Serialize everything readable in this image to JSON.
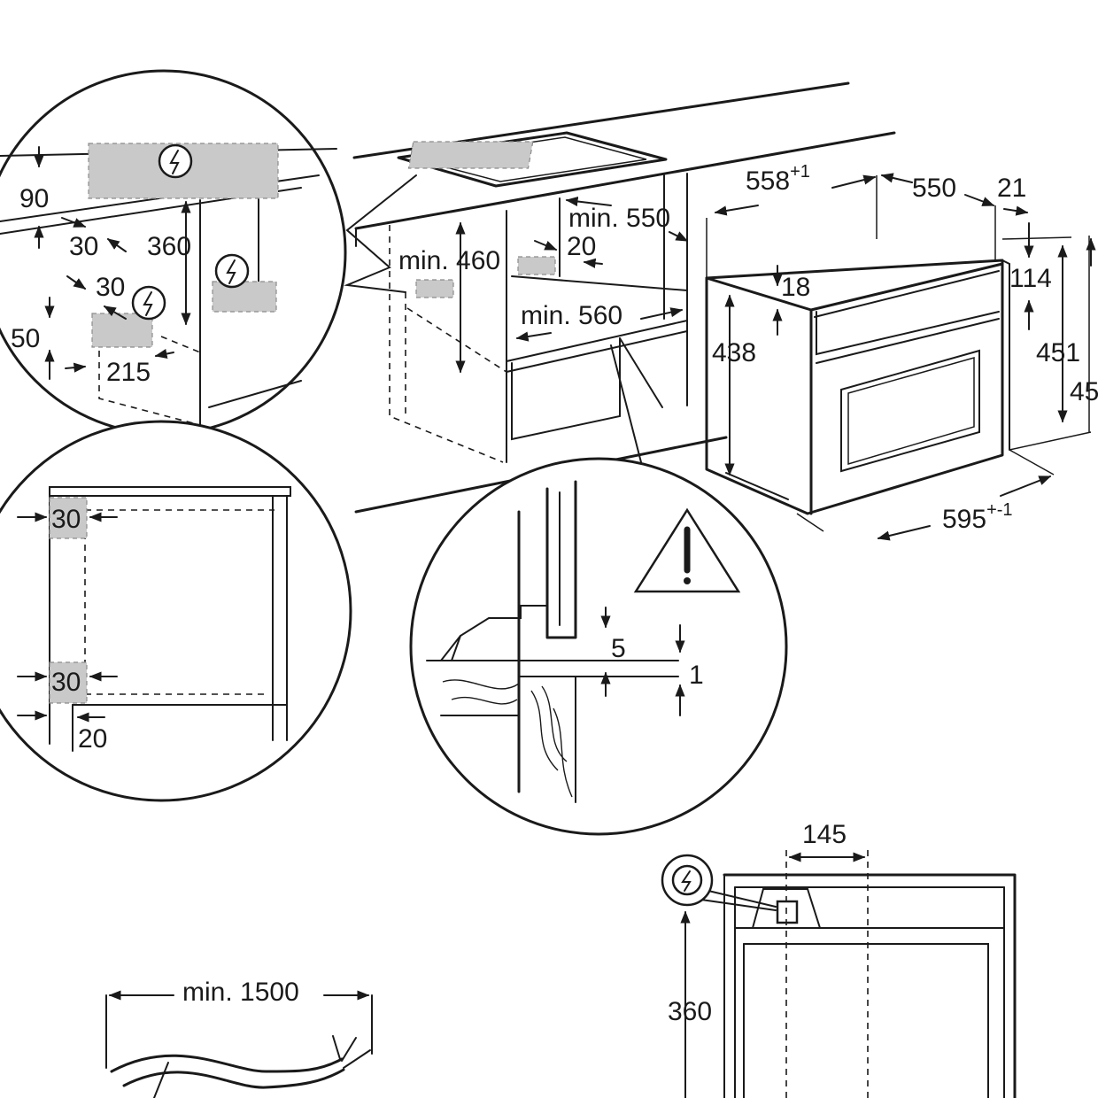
{
  "dimensions": {
    "d90": "90",
    "d30_top": "30",
    "d360_detail": "360",
    "d30_mid": "30",
    "d50": "50",
    "d215": "215",
    "min460": "min. 460",
    "min550": "min. 550",
    "d20_top": "20",
    "min560": "min. 560",
    "w558": "558",
    "w558_sup": "+1",
    "d550": "550",
    "d21": "21",
    "d18": "18",
    "d114": "114",
    "h438": "438",
    "h451": "451",
    "h45_partial": "45",
    "w595": "595",
    "w595_sup": "+-1",
    "side_30_top": "30",
    "side_30_bottom": "30",
    "side_20": "20",
    "gap_5": "5",
    "gap_1": "1",
    "d145": "145",
    "d360_bottom": "360",
    "cable_min1500": "min. 1500"
  },
  "icons": {
    "power": "electrical-connection-icon",
    "warning": "warning-triangle-icon"
  },
  "colors": {
    "line": "#1a1a1a",
    "highlight": "#c9c9c9"
  }
}
